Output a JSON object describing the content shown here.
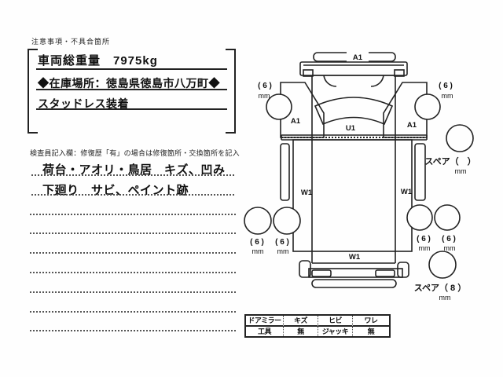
{
  "notice": {
    "header": "注意事項・不具合箇所",
    "gross_weight_line": "車両総重量　7975kg",
    "location_line": "◆在庫場所：徳島県徳島市八万町◆",
    "tires_line": "スタッドレス装着"
  },
  "inspector": {
    "header": "検査員記入欄：修復歴「有」の場合は修復箇所・交換箇所を記入",
    "entry1": "荷台・アオリ・鳥居　キズ、凹み",
    "entry2": "下廻り　サビ、ペイント跡"
  },
  "diagram": {
    "front_bumper": "A1",
    "cab": "U1",
    "fender_left": "A1",
    "fender_right": "A1",
    "bed_left": "W1",
    "bed_right": "W1",
    "bed_rear": "W1",
    "tread_front_left": "( 6 )",
    "tread_front_right": "( 6 )",
    "tread_rear_left_outer": "( 6 )",
    "tread_rear_left_inner": "( 6 )",
    "tread_rear_right_inner": "( 6 )",
    "tread_rear_right_outer": "( 6 )",
    "unit": "mm",
    "spare_top_label": "スペア（　）",
    "spare_bottom_label": "スペア（ 8 ）"
  },
  "table": {
    "rows": [
      [
        "ドアミラー",
        "キズ",
        "ヒビ",
        "ワレ"
      ],
      [
        "工具",
        "無",
        "ジャッキ",
        "無"
      ]
    ]
  },
  "colors": {
    "ink": "#1a1a1a",
    "paper": "#fefefe"
  }
}
